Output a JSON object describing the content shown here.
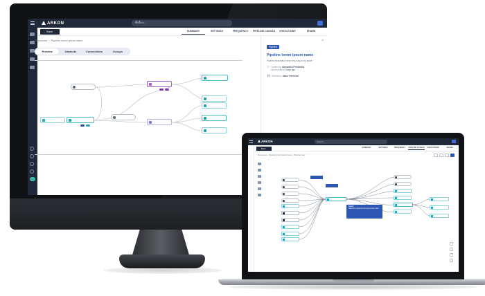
{
  "brand": {
    "name": "ARKON",
    "accent": "#2d56b3",
    "nav_bg": "#20293a",
    "node_teal": "#2aa0b5",
    "node_purple": "#a15cd0"
  },
  "desktop": {
    "search_placeholder": "Search...",
    "back_label": "Back",
    "tabs": [
      "SUMMARY",
      "SETTINGS",
      "FREQUENCY",
      "PIPELINE CANVAS",
      "EXECUTIONS",
      "SHARE"
    ],
    "active_tab": "SUMMARY",
    "breadcrumb": [
      "Resources",
      "Pipeline lorem ipsum name"
    ],
    "subtabs": [
      "Preview",
      "Datasets",
      "Connections",
      "Groups"
    ],
    "active_subtab": "Preview",
    "panel": {
      "badge": "Pipeline",
      "title": "Pipeline lorem ipsum name",
      "description": "Pipeline description very very long in my place",
      "created_by_label": "Created by",
      "created_by": "Alexandra Fernández",
      "modified_label": "Last modified",
      "modified": "5 days ago",
      "reference_label": "Reference",
      "reference": "Value reference"
    }
  },
  "laptop": {
    "search_placeholder": "Search...",
    "back_label": "Back",
    "tabs": [
      "SUMMARY",
      "SETTINGS",
      "FREQUENCY",
      "PIPELINE CANVAS",
      "EXECUTIONS",
      "SHARE"
    ],
    "active_tab": "PIPELINE CANVAS",
    "breadcrumb": [
      "Resources",
      "Pipeline lorem ipsum name",
      "Pipeline view"
    ],
    "tooltip": {
      "title": "Impact",
      "body": "Select the impact for the lorem ipsum dolor"
    }
  }
}
